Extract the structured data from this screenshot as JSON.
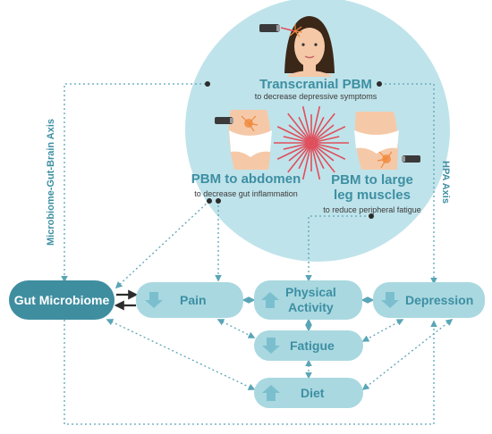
{
  "colors": {
    "circle": "#bfe3ea",
    "node": "#a9d8e0",
    "node_text": "#3d8fa3",
    "gut": "#3f8ea0",
    "arrow": "#5aa5b6",
    "laser": "#e04e5b",
    "skin": "#f5c9a8",
    "hair": "#3b2718"
  },
  "icons": [
    "woman-face-icon",
    "laser-device-icon",
    "abdomen-icon",
    "legs-icon",
    "laser-burst-icon",
    "up-arrow-icon",
    "down-arrow-icon"
  ],
  "pbm": {
    "transcranial": {
      "title": "Transcranial PBM",
      "subtitle": "to decrease depressive symptoms"
    },
    "abdomen": {
      "title": "PBM to abdomen",
      "subtitle": "to decrease gut inflammation"
    },
    "legs": {
      "title_line1": "PBM to large",
      "title_line2": "leg muscles",
      "subtitle": "to reduce peripheral fatigue"
    }
  },
  "axes": {
    "left": "Microbiome-Gut-Brain Axis",
    "right": "HPA Axis"
  },
  "nodes": {
    "gut": "Gut Microbiome",
    "pain": {
      "label": "Pain",
      "trend": "down"
    },
    "physical": {
      "line1": "Physical",
      "line2": "Activity",
      "trend": "up"
    },
    "depression": {
      "label": "Depression",
      "trend": "down"
    },
    "fatigue": {
      "label": "Fatigue",
      "trend": "down"
    },
    "diet": {
      "label": "Diet",
      "trend": "up"
    }
  }
}
